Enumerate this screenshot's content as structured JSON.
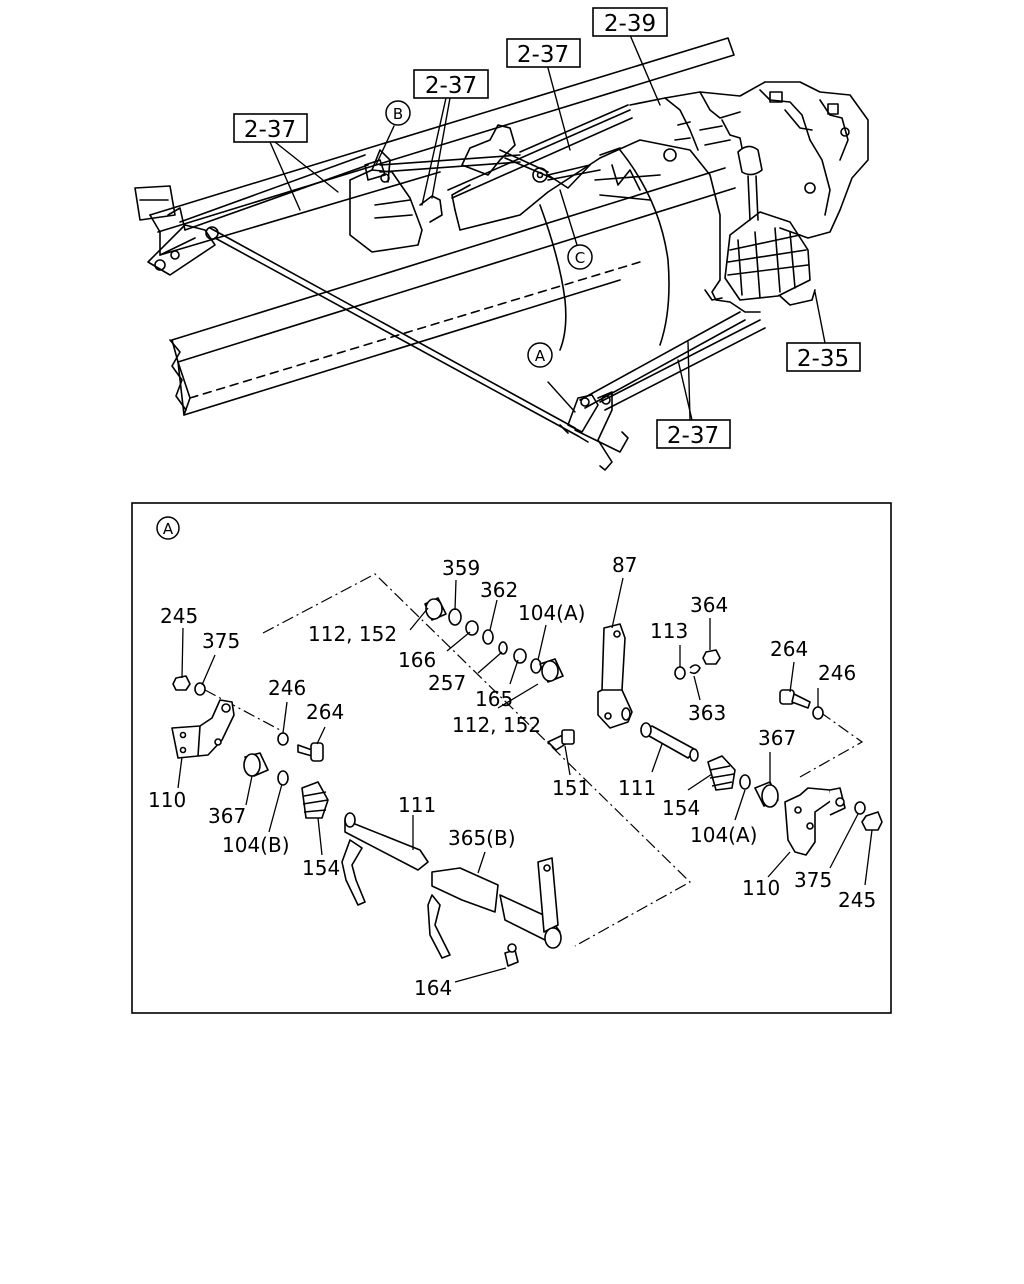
{
  "overview": {
    "section_refs": [
      "2-39",
      "2-37",
      "2-37",
      "2-37",
      "2-35",
      "2-37"
    ],
    "callouts": [
      "B",
      "C",
      "A"
    ]
  },
  "detail": {
    "callout": "A",
    "parts": [
      "359",
      "87",
      "362",
      "245",
      "104(A)",
      "364",
      "375",
      "112, 152",
      "113",
      "166",
      "264",
      "246",
      "257",
      "246",
      "165",
      "264",
      "363",
      "112, 152",
      "367",
      "151",
      "111",
      "110",
      "154",
      "367",
      "104(A)",
      "111",
      "104(B)",
      "365(B)",
      "154",
      "110",
      "375",
      "245",
      "164"
    ]
  }
}
